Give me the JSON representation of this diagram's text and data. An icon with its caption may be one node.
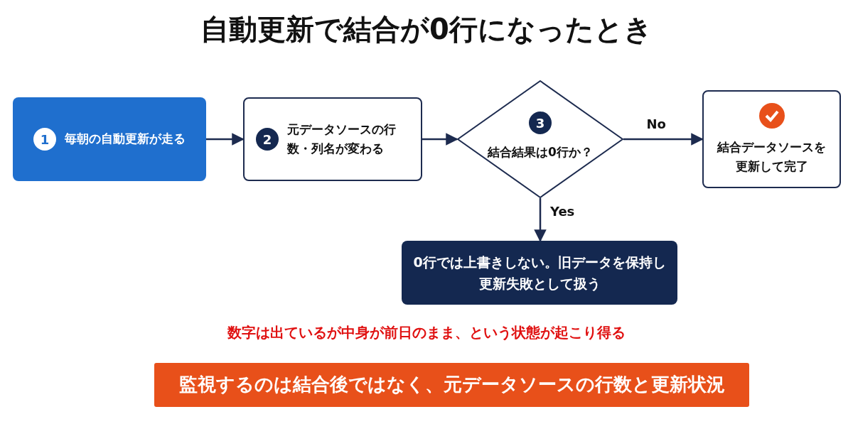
{
  "diagram": {
    "title": "自動更新で結合が0行になったとき",
    "nodes": [
      {
        "text": [
          "1",
          "毎朝の自動更新が走る"
        ]
      },
      {
        "text": [
          "2",
          "元データソースの行数・列名が変わる"
        ]
      },
      {
        "text": [
          "3",
          "結合結果は0行か？"
        ]
      },
      {
        "text": [
          "結合データソースを更新して完了"
        ]
      },
      {
        "text": [
          "0行では上書きしない。旧データを保持し更新失敗として扱う"
        ]
      },
      {
        "text": [
          "監視するのは結合後ではなく、元データソースの行数と更新状況"
        ]
      }
    ],
    "edges": [
      {
        "from": 0,
        "to": 1,
        "arrow": "to"
      },
      {
        "from": 1,
        "to": 2,
        "arrow": "to"
      },
      {
        "from": 2,
        "to": 3,
        "arrow": "to",
        "label": "No"
      },
      {
        "from": 2,
        "to": 4,
        "arrow": "to",
        "label": "Yes"
      }
    ],
    "labels": [
      "数字は出ているが中身が前日のまま、という状態が起こり得る"
    ]
  }
}
